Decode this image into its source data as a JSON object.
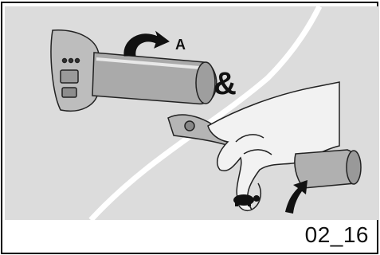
{
  "figure": {
    "rotation_label": "A",
    "combine_symbol": "&",
    "caption": "02_16",
    "icons": [
      "throttle-grip",
      "rotation-arrow-icon",
      "ampersand-symbol",
      "hand-pulling-lever",
      "turtle-slow-icon",
      "squeeze-arrow-icon"
    ],
    "colors": {
      "background": "#dcdcdc",
      "divider_curve": "#ffffff",
      "ink": "#111111"
    }
  }
}
